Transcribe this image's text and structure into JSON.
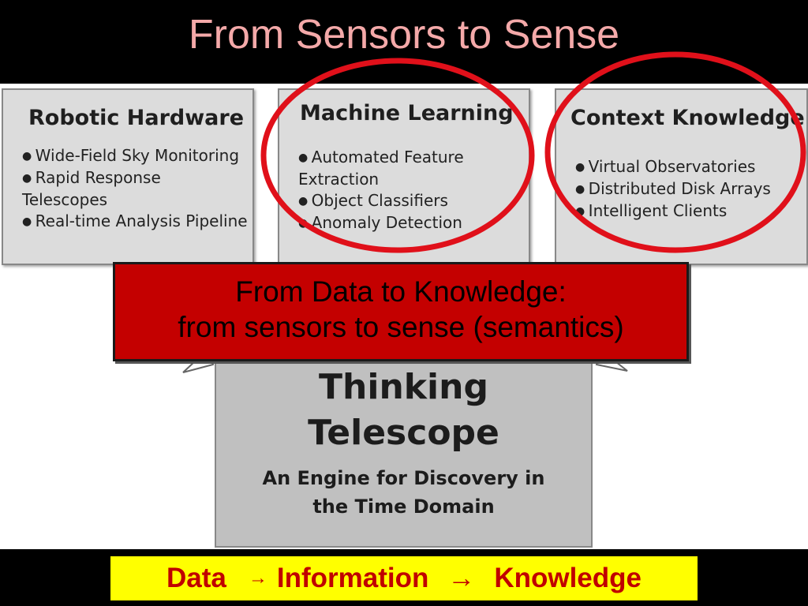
{
  "title": "From Sensors to Sense",
  "boxes": [
    {
      "title": "Robotic Hardware",
      "items": [
        "Wide-Field Sky Monitoring",
        "Rapid Response Telescopes",
        "Real-time Analysis Pipeline"
      ]
    },
    {
      "title": "Machine Learning",
      "items": [
        "Automated Feature Extraction",
        "Object Classifiers",
        "Anomaly Detection"
      ]
    },
    {
      "title": "Context Knowledge",
      "items": [
        "Virtual Observatories",
        "Distributed Disk Arrays",
        "Intelligent Clients"
      ]
    }
  ],
  "banner": {
    "line1": "From Data to Knowledge:",
    "line2": "from sensors to sense (semantics)"
  },
  "center": {
    "title_line1": "Thinking",
    "title_line2": "Telescope",
    "subtitle_line1": "An Engine for Discovery in",
    "subtitle_line2": "the Time Domain"
  },
  "flow": {
    "step1": "Data",
    "step2": "Information",
    "step3": "Knowledge",
    "arrow_small": "→",
    "arrow_big": "→"
  },
  "colors": {
    "title": "#f4a9a9",
    "banner_bg": "#c40000",
    "highlight_ellipse": "#e0101a",
    "flow_bg": "#ffff00",
    "flow_text": "#c00000"
  }
}
